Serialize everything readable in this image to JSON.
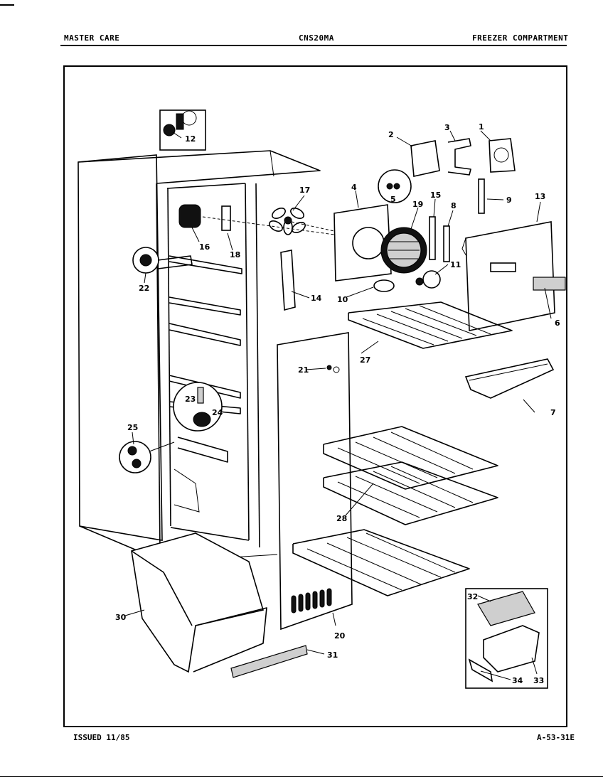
{
  "header": {
    "left": "MASTER CARE",
    "center": "CNS20MA",
    "right": "FREEZER COMPARTMENT"
  },
  "footer": {
    "left": "ISSUED 11/85",
    "right": "A-53-31E"
  },
  "callouts": {
    "c1": "1",
    "c2": "2",
    "c3": "3",
    "c4": "4",
    "c5": "5",
    "c6": "6",
    "c7": "7",
    "c8": "8",
    "c9": "9",
    "c10": "10",
    "c11": "11",
    "c12": "12",
    "c13": "13",
    "c14": "14",
    "c15": "15",
    "c16": "16",
    "c17": "17",
    "c18": "18",
    "c19": "19",
    "c20": "20",
    "c21": "21",
    "c22": "22",
    "c23": "23",
    "c24": "24",
    "c25": "25",
    "c27": "27",
    "c28": "28",
    "c30": "30",
    "c31": "31",
    "c32": "32",
    "c33": "33",
    "c34": "34"
  }
}
